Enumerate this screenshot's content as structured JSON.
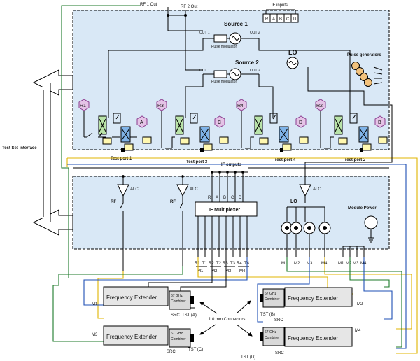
{
  "top_labels": {
    "rf1_out": "RF 1 Out",
    "rf2_out": "RF 2 Out",
    "if_inputs": "IF inputs",
    "if_inputs_ports": [
      "R",
      "A",
      "B",
      "C",
      "D"
    ]
  },
  "sources": [
    {
      "title": "Source 1",
      "out1": "OUT 1",
      "out2": "OUT 2",
      "modulator": "Pulse modulator"
    },
    {
      "title": "Source 2",
      "out1": "OUT 1",
      "out2": "OUT 2",
      "modulator": "Pulse modulator"
    }
  ],
  "lo_label": "LO",
  "pulse_generators_label": "Pulse generators",
  "receivers_top": [
    "R1",
    "A",
    "R3",
    "C",
    "R4",
    "D",
    "R2",
    "B"
  ],
  "test_ports": [
    "Test port 1",
    "Test port 3",
    "Test port 4",
    "Test port 2"
  ],
  "test_set_interface": "Test Set Interface",
  "if_outputs_label": "IF outputs",
  "if_outputs_ports": [
    "R",
    "A",
    "B",
    "C",
    "D"
  ],
  "alc_label": "ALC",
  "rf_label": "RF",
  "if_multiplexer_label": "IF Multiplexer",
  "lo_lower_label": "LO",
  "module_power_label": "Module Power",
  "if_pairs": [
    "R1",
    "T1",
    "R2",
    "T2",
    "R3",
    "T3",
    "R4",
    "T4"
  ],
  "if_groups": [
    "M1",
    "M2",
    "M3",
    "M4"
  ],
  "lo_outputs": [
    "M1",
    "M2",
    "M3",
    "M4"
  ],
  "power_outputs": [
    "M1",
    "M2",
    "M3",
    "M4"
  ],
  "extenders": [
    {
      "name": "Frequency Extender",
      "combiner": "67 GHz Combiner",
      "module": "M1",
      "src": "SRC",
      "tst": "TST (A)"
    },
    {
      "name": "Frequency Extender",
      "combiner": "67 GHz Combiner",
      "module": "M2",
      "src": "SRC",
      "tst": "TST (B)"
    },
    {
      "name": "Frequency Extender",
      "combiner": "67 GHz Combiner",
      "module": "M3",
      "src": "SRC",
      "tst": "TST (C)"
    },
    {
      "name": "Frequency Extender",
      "combiner": "67 GHz Combiner",
      "module": "M4",
      "src": "SRC",
      "tst": "TST (D)"
    }
  ],
  "connectors_label": "1.0 mm Connectors",
  "colors": {
    "panel_fill": "#d9e8f6",
    "receiver_fill": "#e4c3e6",
    "receiver_stroke": "#8a3d8f",
    "mixer_green": "#b9e3a8",
    "mixer_blue": "#7fb3e8",
    "wire_yellow": "#e0b400",
    "wire_green": "#1d7a2a",
    "wire_blue": "#1e4fb5"
  }
}
